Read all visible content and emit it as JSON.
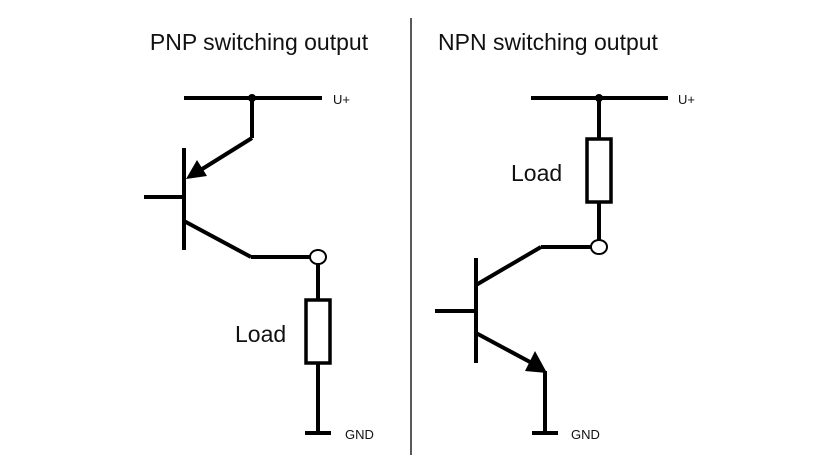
{
  "pnp": {
    "title": "PNP switching output",
    "supply_label": "U+",
    "load_label": "Load",
    "ground_label": "GND"
  },
  "npn": {
    "title": "NPN switching output",
    "supply_label": "U+",
    "load_label": "Load",
    "ground_label": "GND"
  }
}
